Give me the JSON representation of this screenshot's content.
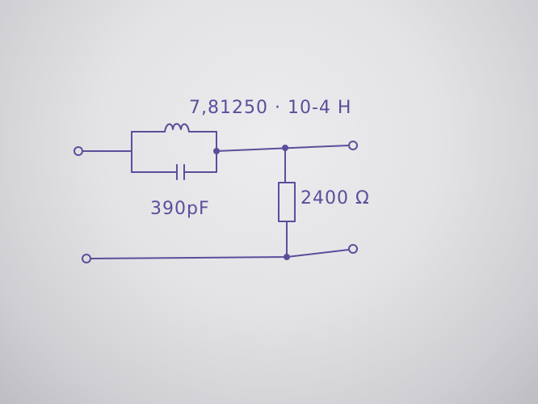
{
  "diagram": {
    "ink_color": "#5b4e9a",
    "paper_color": "#e6e6e9",
    "labels": {
      "inductor": "7,81250 · 10-4 H",
      "capacitor": "390pF",
      "resistor": "2400 Ω"
    }
  }
}
